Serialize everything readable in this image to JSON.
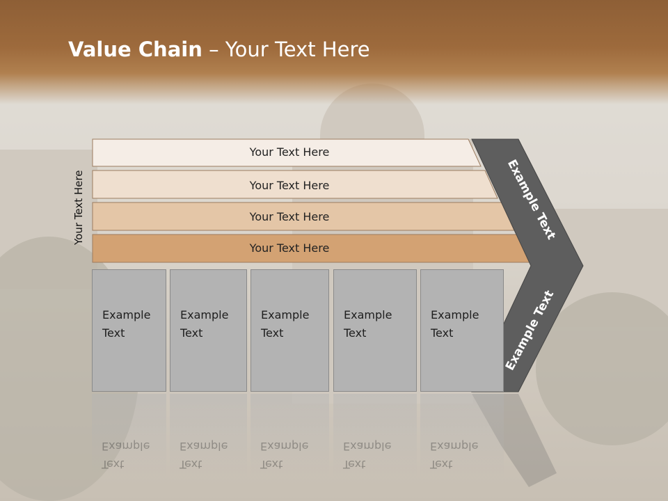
{
  "slide": {
    "title_bold": "Value Chain",
    "title_rest": " – Your Text Here",
    "side_label": "Your Text Here"
  },
  "bars": [
    {
      "label": "Your Text Here",
      "fill": "#f5ede6"
    },
    {
      "label": "Your Text Here",
      "fill": "#efdfcf"
    },
    {
      "label": "Your Text Here",
      "fill": "#e4c6a7"
    },
    {
      "label": "Your Text Here",
      "fill": "#d3a273"
    }
  ],
  "columns": [
    {
      "line1": "Example",
      "line2": "Text"
    },
    {
      "line1": "Example",
      "line2": "Text"
    },
    {
      "line1": "Example",
      "line2": "Text"
    },
    {
      "line1": "Example",
      "line2": "Text"
    },
    {
      "line1": "Example",
      "line2": "Text"
    }
  ],
  "chevron": {
    "upper_text": "Example Text",
    "lower_text": "Example Text",
    "fill": "#5e5e5e"
  },
  "colors": {
    "header": "#9d6a3c",
    "column_fill": "#b3b3b3"
  }
}
